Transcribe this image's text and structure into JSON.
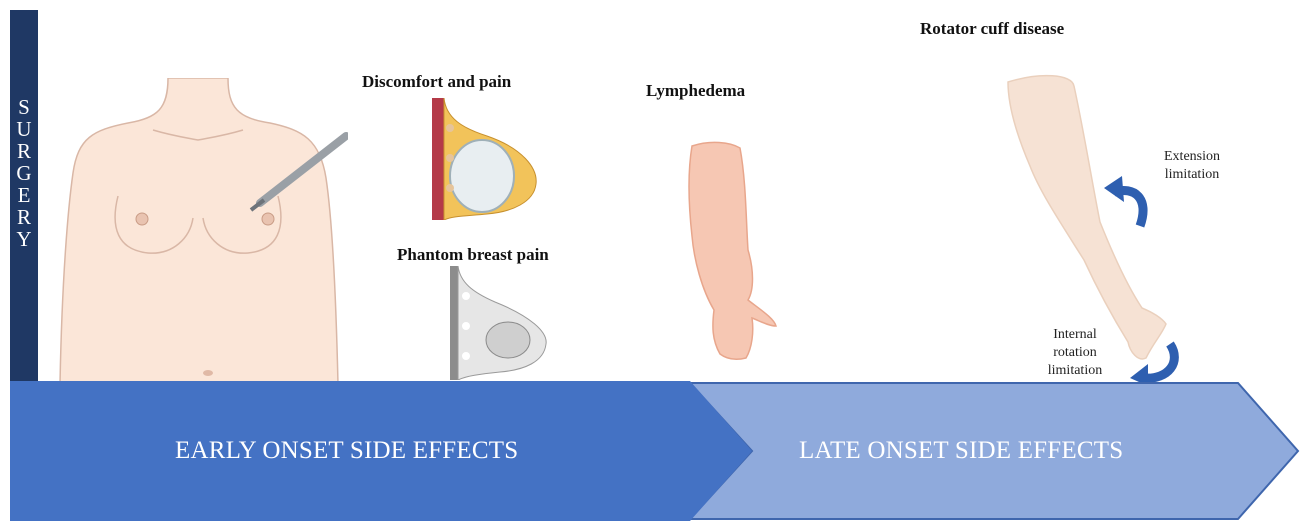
{
  "surgery_label": [
    "S",
    "U",
    "R",
    "G",
    "E",
    "R",
    "Y"
  ],
  "labels": {
    "discomfort": "Discomfort and pain",
    "phantom": "Phantom breast pain",
    "lymphedema": "Lymphedema",
    "rotator": "Rotator cuff disease",
    "extension": [
      "Extension",
      "limitation"
    ],
    "internal": [
      "Internal",
      "rotation",
      "limitation"
    ]
  },
  "timeline": {
    "early": "EARLY ONSET SIDE EFFECTS",
    "late": "LATE ONSET SIDE EFFECTS"
  },
  "colors": {
    "surgery_bar": "#1f3864",
    "early_band": "#4472c4",
    "late_band": "#8faadc",
    "arrow_icon": "#2e5fb0",
    "skin": "#fbe6d8"
  }
}
